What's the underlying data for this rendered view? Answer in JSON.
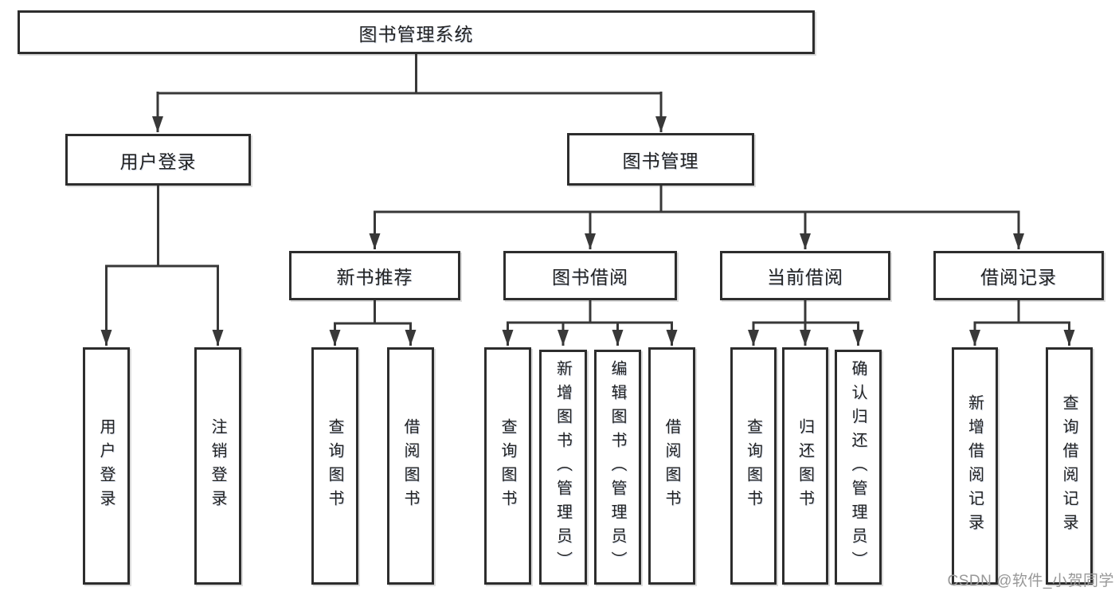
{
  "diagram": {
    "type": "hierarchy-tree",
    "colors": {
      "background": "#ffffff",
      "box_border": "#2d2d2d",
      "connector_line": "#383838",
      "text": "#222222",
      "watermark_text": "#989898"
    },
    "tree": {
      "label": "图书管理系统",
      "children": [
        {
          "label": "用户登录",
          "children": [
            {
              "label": "用户登录"
            },
            {
              "label": "注销登录"
            }
          ]
        },
        {
          "label": "图书管理",
          "children": [
            {
              "label": "新书推荐",
              "children": [
                {
                  "label": "查询图书"
                },
                {
                  "label": "借阅图书"
                }
              ]
            },
            {
              "label": "图书借阅",
              "children": [
                {
                  "label": "查询图书"
                },
                {
                  "label": "新增图书（管理员）"
                },
                {
                  "label": "编辑图书（管理员）"
                },
                {
                  "label": "借阅图书"
                }
              ]
            },
            {
              "label": "当前借阅",
              "children": [
                {
                  "label": "查询图书"
                },
                {
                  "label": "归还图书"
                },
                {
                  "label": "确认归还（管理员）"
                }
              ]
            },
            {
              "label": "借阅记录",
              "children": [
                {
                  "label": "新增借阅记录"
                },
                {
                  "label": "查询借阅记录"
                }
              ]
            }
          ]
        }
      ]
    }
  },
  "watermark": "CSDN @软件_小贺同学"
}
